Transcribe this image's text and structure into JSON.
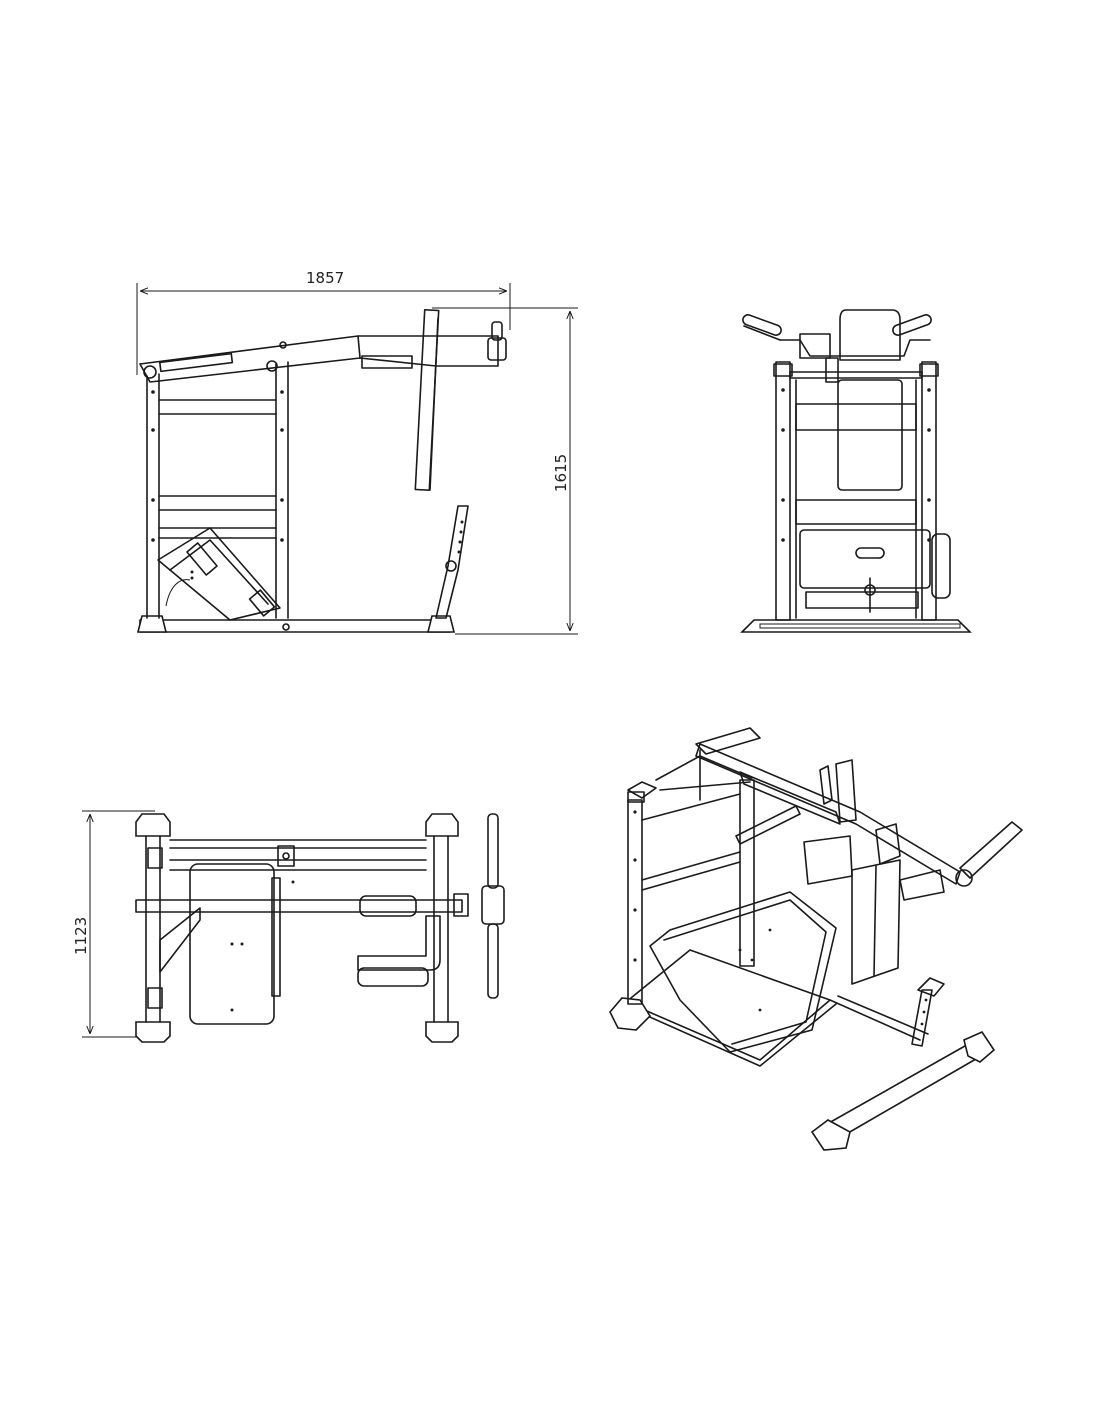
{
  "dimensions": {
    "overall_length": "1857",
    "overall_height": "1615",
    "overall_width": "1123"
  },
  "colors": {
    "line": "#1a1a1a",
    "background": "#ffffff"
  }
}
